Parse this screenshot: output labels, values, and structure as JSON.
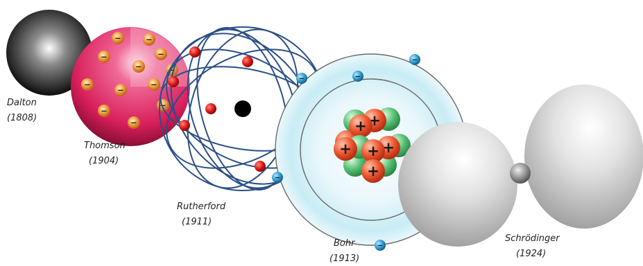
{
  "models": [
    {
      "id": "dalton",
      "name": "Dalton",
      "year": "(1808)"
    },
    {
      "id": "thomson",
      "name": "Thomson",
      "year": "(1904)"
    },
    {
      "id": "rutherford",
      "name": "Rutherford",
      "year": "(1911)"
    },
    {
      "id": "bohr",
      "name": "Bohr",
      "year": "(1913)"
    },
    {
      "id": "schrodinger",
      "name": "Schrödinger",
      "year": "(1924)"
    }
  ],
  "signs": {
    "positive": "+",
    "negative": "−"
  },
  "colors": {
    "dalton": "#1c1c1c",
    "thomson": "#e0306a",
    "thomson_electron": "#f2a24a",
    "rutherford_orbit": "#2a4f86",
    "rutherford_electron": "#d81e1e",
    "nucleus_dark": "#000000",
    "bohr_cloud": "#cfeef7",
    "bohr_electron": "#3aa8dc",
    "proton": "#e85a3c",
    "neutron": "#5ec27a",
    "schrodinger_lobe": "#cfcfcf"
  }
}
